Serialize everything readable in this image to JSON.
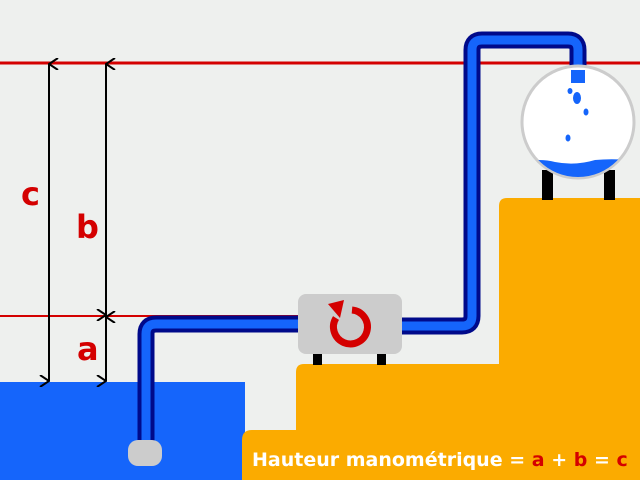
{
  "labels": {
    "a": "a",
    "b": "b",
    "c": "c"
  },
  "formula": {
    "prefix": "Hauteur manométrique = ",
    "a": "a",
    "plus": " + ",
    "b": "b",
    "equals": " = ",
    "c": "c"
  },
  "colors": {
    "background": "#eef0ee",
    "water": "#1565fb",
    "ground": "#fbab00",
    "reference_line": "#d40000",
    "pipe_outer": "#000a8a",
    "pipe_inner": "#1565fb",
    "pump": "#cccccc",
    "label": "#d40000"
  }
}
